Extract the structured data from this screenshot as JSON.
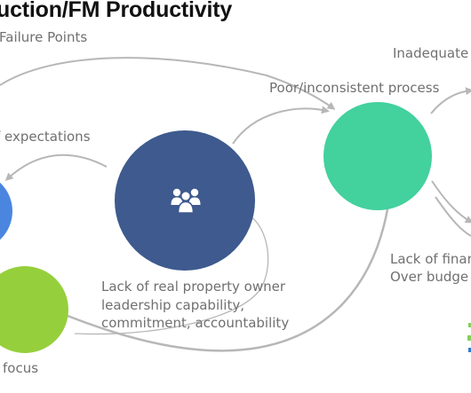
{
  "title": "uction/FM Productivity",
  "subtitle": "Failure Points",
  "labels": {
    "inadequate": "Inadequate",
    "poor_process": "Poor/inconsistent process",
    "expectations": "f expectations",
    "leadership": [
      "Lack of real property owner",
      "leadership capability,",
      "commitment, accountability"
    ],
    "finance": [
      "Lack of finan",
      "Over budge"
    ],
    "focus": "focus"
  },
  "colors": {
    "center_circle": "#3e5a8e",
    "green_circle": "#43d19e",
    "blue_circle": "#4a86e0",
    "lime_circle": "#96cf3c",
    "arrow": "#b7b7b7",
    "accent_green": "#86cf5a"
  },
  "icons": {
    "center": "people-group-icon"
  }
}
